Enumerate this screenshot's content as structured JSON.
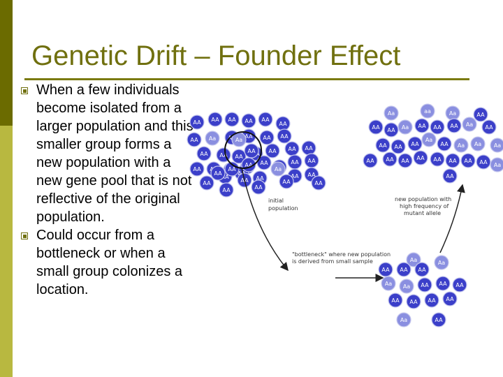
{
  "slide": {
    "title": "Genetic Drift – Founder Effect",
    "bullets": [
      "When a few individuals become isolated from a larger population and this smaller group forms a new population with a new gene pool that is not reflective of the original population.",
      "Could occur from a bottleneck or when a small group colonizes a location."
    ]
  },
  "diagram": {
    "labels": {
      "initial": [
        "initial",
        "population"
      ],
      "new_population": [
        "new population with",
        "high frequency of",
        "mutant allele"
      ],
      "bottleneck": [
        "\"bottleneck\" where new population",
        "is derived from small sample"
      ]
    },
    "colors": {
      "dark_ball": "#3b3fc9",
      "light_ball": "#8a8fe0",
      "ball_text": "#ffffff",
      "sidebar_dark": "#6b6b00",
      "sidebar_light": "#b8b840",
      "title": "#70700f"
    },
    "groups": {
      "initial_population": {
        "alleles": [
          "AA",
          "AA",
          "AA",
          "AA",
          "AA",
          "AA",
          "AA",
          "Aa",
          "AA",
          "AA",
          "AA",
          "AA",
          "AA",
          "AA",
          "AA",
          "AA",
          "AA",
          "AA",
          "AA",
          "AA",
          "AA",
          "AA",
          "AA",
          "AA",
          "AA",
          "AA",
          "AA",
          "AA",
          "AA",
          "AA",
          "AA",
          "Aa",
          "AA",
          "AA",
          "AA",
          "AA",
          "AA",
          "AA",
          "AA"
        ]
      },
      "founders": {
        "alleles": [
          "AA",
          "Aa",
          "AA",
          "AA",
          "AA",
          "AA"
        ]
      },
      "bottleneck_population": {
        "alleles": [
          "Aa",
          "AA",
          "AA",
          "AA",
          "Aa",
          "Aa",
          "Aa",
          "AA",
          "AA",
          "AA",
          "AA",
          "AA",
          "AA",
          "AA",
          "Aa",
          "AA"
        ]
      },
      "new_population": {
        "alleles": [
          "Aa",
          "aa",
          "Aa",
          "AA",
          "AA",
          "AA",
          "Aa",
          "AA",
          "AA",
          "AA",
          "Aa",
          "AA",
          "AA",
          "AA",
          "AA",
          "Aa",
          "AA",
          "Aa",
          "Aa",
          "Aa",
          "AA",
          "AA",
          "AA",
          "AA",
          "AA",
          "AA",
          "AA",
          "AA",
          "Aa",
          "AA"
        ]
      }
    }
  }
}
